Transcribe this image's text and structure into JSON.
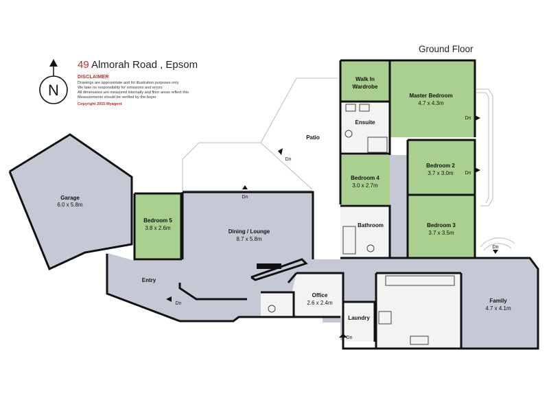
{
  "header": {
    "address_number": "49",
    "address_street": "Almorah Road , Epsom",
    "disclaimer_title": "DISCLAIMER",
    "disclaimer_lines": [
      "Drawings are approximate and for illustration purposes only",
      "We take no responsibility for omissions and errors",
      "All dimensions are measured internally and floor areas reflect this",
      "Measurements should be verified by the buyer"
    ],
    "copyright": "Copyright 2015    Myagent",
    "floor_label": "Ground Floor"
  },
  "compass": {
    "label": "N"
  },
  "rooms": {
    "garage": {
      "name": "Garage",
      "dims": "6.0 x 5.8m"
    },
    "bedroom5": {
      "name": "Bedroom 5",
      "dims": "3.8 x 2.6m"
    },
    "dining": {
      "name": "Dining / Lounge",
      "dims": "8.7 x 5.8m"
    },
    "entry": {
      "name": "Entry"
    },
    "office": {
      "name": "Office",
      "dims": "2.6 x 2.4m"
    },
    "laundry": {
      "name": "Laundry"
    },
    "family": {
      "name": "Family",
      "dims": "4.7 x 4.1m"
    },
    "bathroom": {
      "name": "Bathroom"
    },
    "bedroom4": {
      "name": "Bedroom 4",
      "dims": "3.0 x 2.7m"
    },
    "bedroom2": {
      "name": "Bedroom 2",
      "dims": "3.7 x 3.0m"
    },
    "bedroom3": {
      "name": "Bedroom 3",
      "dims": "3.7 x 3.5m"
    },
    "master": {
      "name": "Master Bedroom",
      "dims": "4.7 x 4.3m"
    },
    "walkin": {
      "name_line1": "Walk In",
      "name_line2": "Wardrobe"
    },
    "ensuite": {
      "name": "Ensuite"
    },
    "patio": {
      "name": "Patio"
    }
  },
  "step_down_label": "Dn",
  "colors": {
    "bedroom_fill": "#a9d08e",
    "living_fill": "#c5c9d6",
    "wet_fill": "#f3f3f3",
    "wall": "#111111",
    "title_accent": "#c0272d"
  }
}
